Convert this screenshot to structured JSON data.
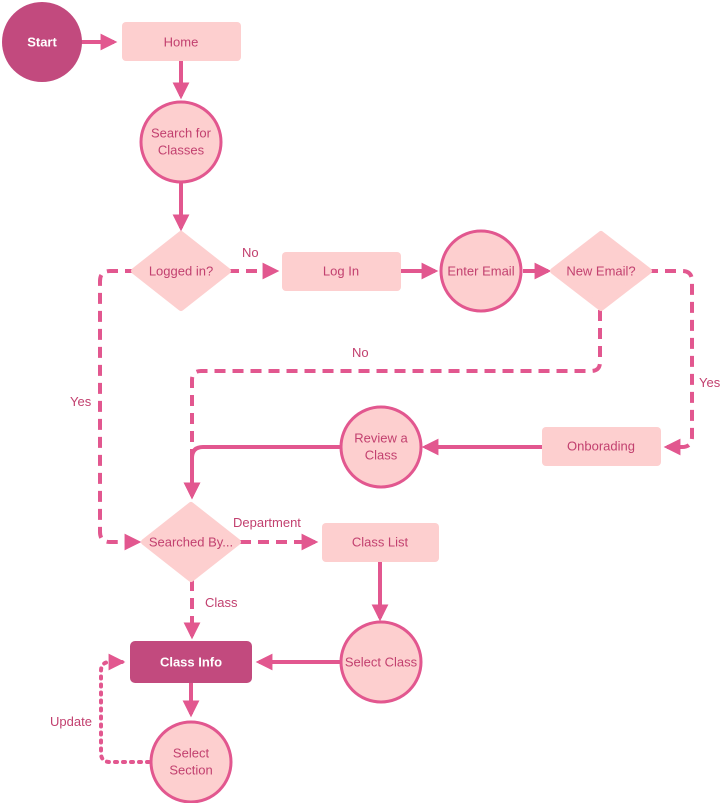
{
  "colors": {
    "stroke": "#e2578f",
    "fill_light": "#fdcfcf",
    "fill_dark": "#c24a7e",
    "text": "#c2406f"
  },
  "nodes": {
    "start": "Start",
    "home": "Home",
    "search_line1": "Search for",
    "search_line2": "Classes",
    "logged_in": "Logged in?",
    "log_in": "Log In",
    "enter_email": "Enter Email",
    "new_email": "New Email?",
    "onboarding": "Onborading",
    "review_line1": "Review a",
    "review_line2": "Class",
    "searched_by": "Searched By...",
    "class_list": "Class List",
    "select_class": "Select Class",
    "class_info": "Class Info",
    "select_section_line1": "Select",
    "select_section_line2": "Section"
  },
  "edge_labels": {
    "no_login": "No",
    "no_email": "No",
    "yes_email": "Yes",
    "yes_login": "Yes",
    "department": "Department",
    "class": "Class",
    "update": "Update"
  }
}
